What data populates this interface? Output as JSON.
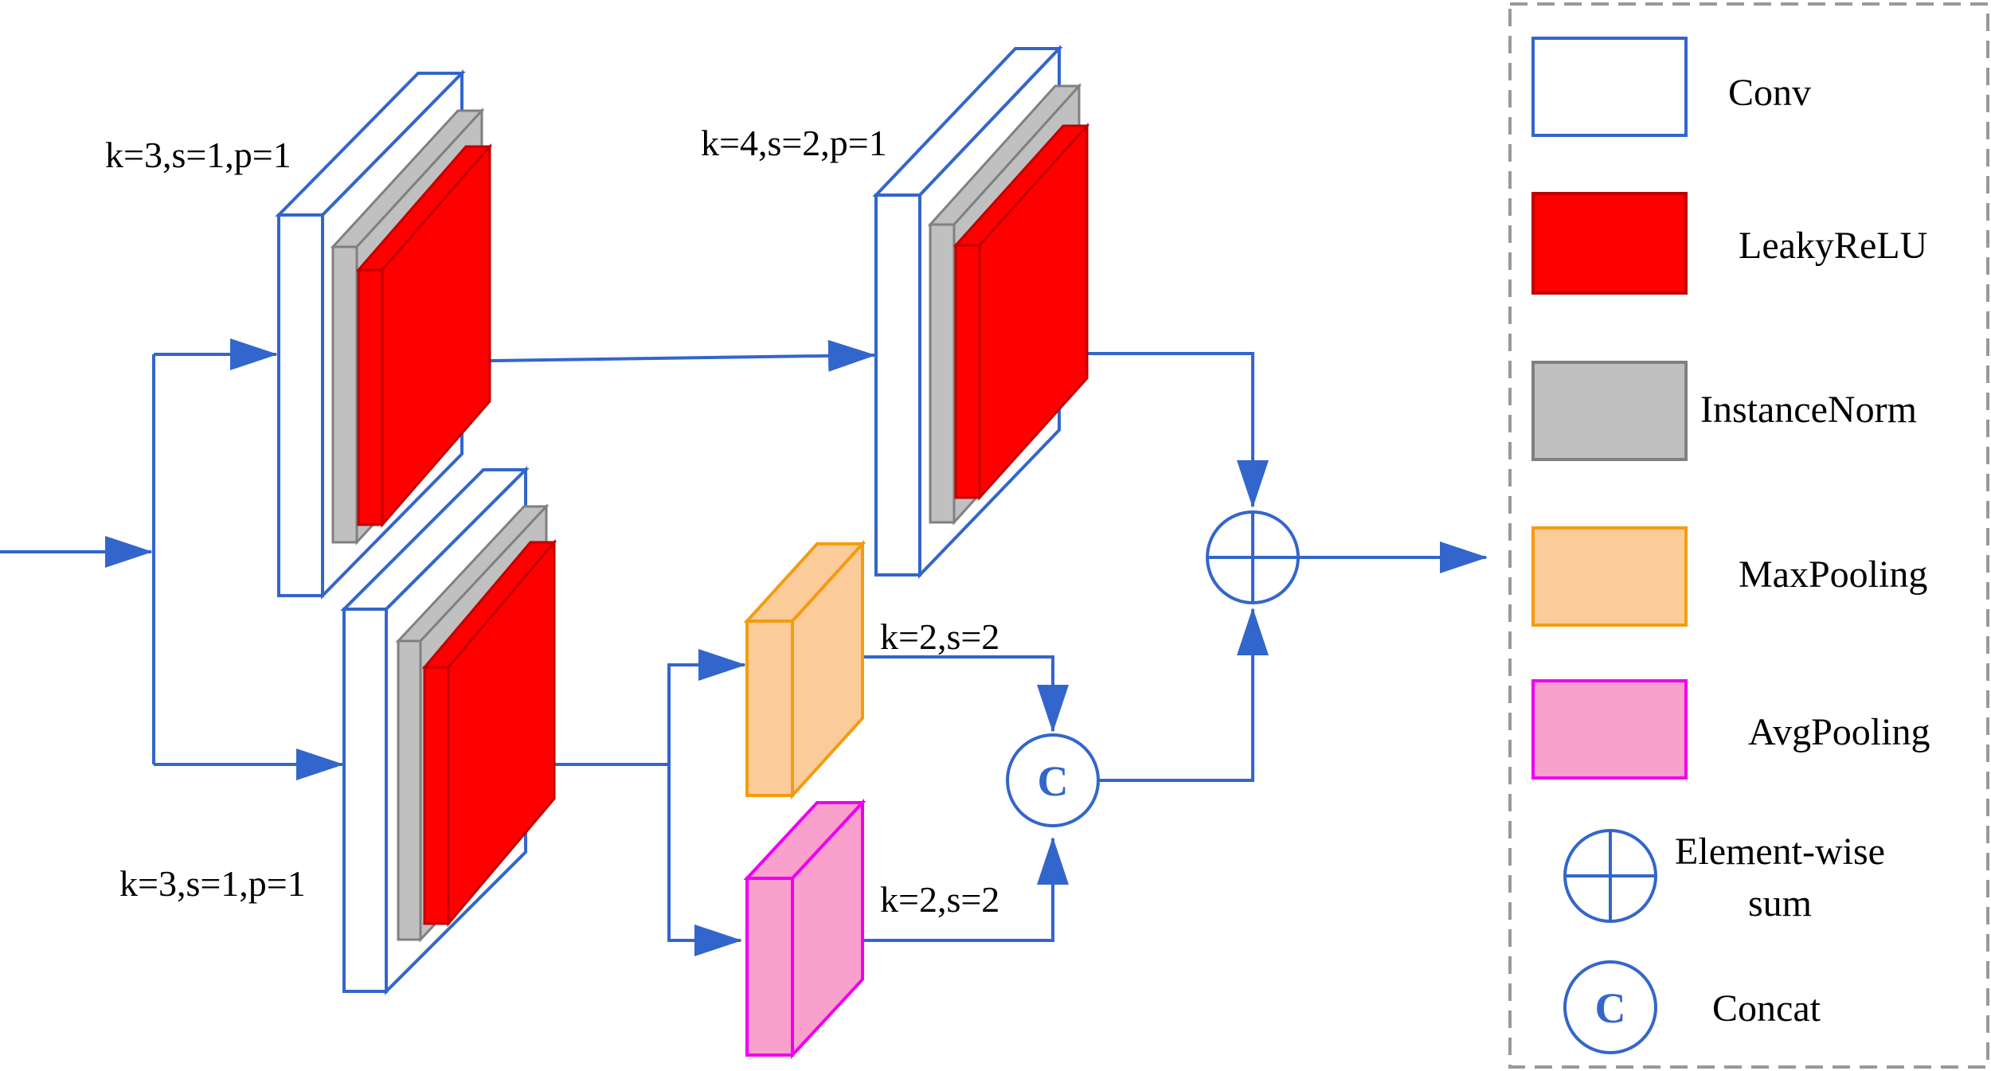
{
  "colors": {
    "wire": "#3366CC",
    "conv_stroke": "#3366CC",
    "conv_fill": "#FFFFFF",
    "leaky_fill": "#FF0000",
    "leaky_stroke": "#C00000",
    "norm_fill": "#C0C0C0",
    "norm_stroke": "#808080",
    "max_fill": "#FBCB9A",
    "max_stroke": "#F39C12",
    "avg_fill": "#FAA0CC",
    "avg_stroke": "#EE00EE",
    "legend_border": "#999999"
  },
  "labels": {
    "conv_top": "k=3,s=1,p=1",
    "conv_right": "k=4,s=2,p=1",
    "conv_bottom": "k=3,s=1,p=1",
    "maxpool": "k=2,s=2",
    "avgpool": "k=2,s=2"
  },
  "ops": {
    "concat_symbol": "C"
  },
  "legend": {
    "conv": "Conv",
    "leaky": "LeakyReLU",
    "norm": "InstanceNorm",
    "maxpool": "MaxPooling",
    "avgpool": "AvgPooling",
    "sum_line1": "Element-wise",
    "sum_line2": "sum",
    "concat": "Concat",
    "concat_symbol": "C"
  }
}
